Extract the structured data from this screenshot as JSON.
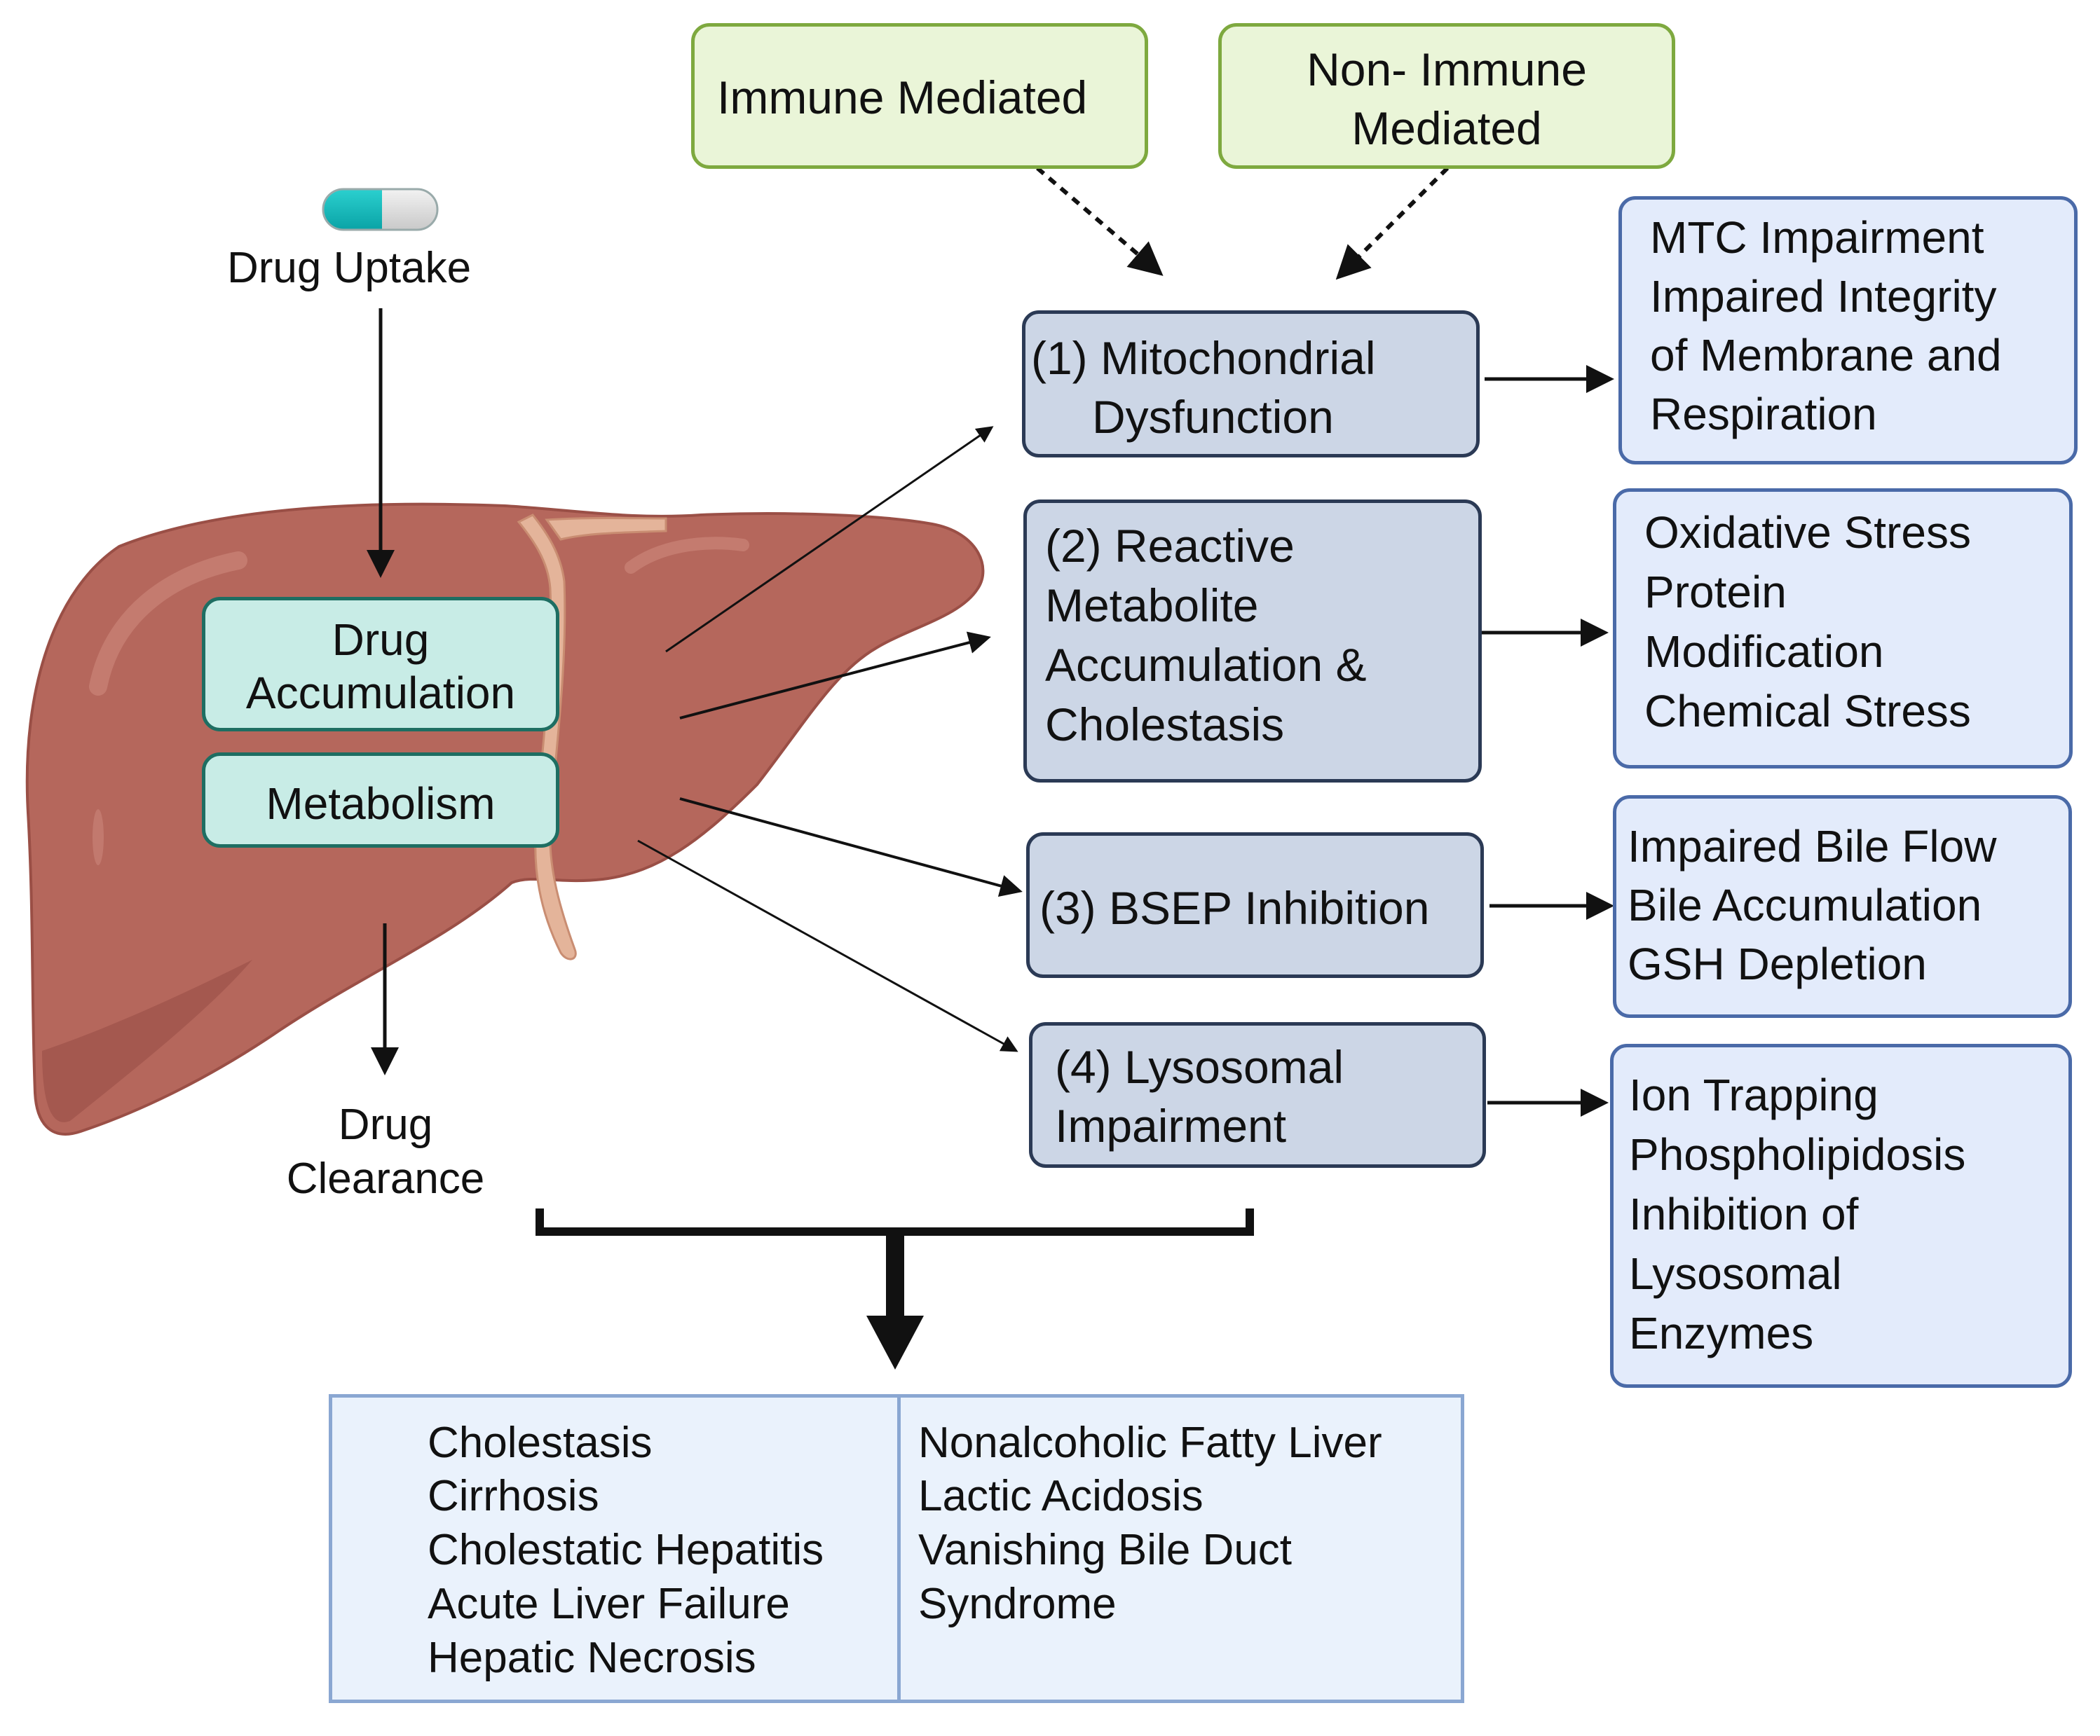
{
  "triggers": {
    "immune": "Immune Mediated",
    "non_immune": [
      "Non- Immune",
      "Mediated"
    ]
  },
  "drug": {
    "uptake": "Drug Uptake",
    "accumulation": [
      "Drug",
      "Accumulation"
    ],
    "metabolism": "Metabolism",
    "clearance": [
      "Drug",
      "Clearance"
    ]
  },
  "mechanisms": [
    {
      "lines": [
        "(1) Mitochondrial",
        "Dysfunction"
      ]
    },
    {
      "lines": [
        "(2) Reactive",
        "Metabolite",
        "Accumulation &",
        "Cholestasis"
      ]
    },
    {
      "lines": [
        "(3) BSEP Inhibition"
      ]
    },
    {
      "lines": [
        "(4) Lysosomal",
        "Impairment"
      ]
    }
  ],
  "effects": [
    {
      "lines": [
        "MTC Impairment",
        "Impaired Integrity",
        "of Membrane and",
        "Respiration"
      ]
    },
    {
      "lines": [
        "Oxidative Stress",
        "Protein",
        "Modification",
        "Chemical Stress"
      ]
    },
    {
      "lines": [
        "Impaired Bile Flow",
        "Bile Accumulation",
        "GSH Depletion"
      ]
    },
    {
      "lines": [
        "Ion Trapping",
        "Phospholipidosis",
        "Inhibition of",
        "Lysosomal",
        "Enzymes"
      ]
    }
  ],
  "outcomes": {
    "left": [
      "Cholestasis",
      "Cirrhosis",
      "Cholestatic Hepatitis",
      "Acute Liver Failure",
      "Hepatic Necrosis"
    ],
    "right": [
      "Nonalcoholic Fatty Liver",
      "Lactic Acidosis",
      "Vanishing Bile Duct",
      "Syndrome"
    ]
  },
  "colors": {
    "liver": "#b5675c",
    "liver_dark": "#9a4f46",
    "ligament": "#e4b49a",
    "trigger_fill": "#eaf5d8",
    "trigger_border": "#7ea93f",
    "teal_fill": "#c8ece6",
    "teal_border": "#1e6e62",
    "mechanism_fill": "#ccd6e6",
    "effect_fill": "#e3ebfb",
    "outcome_fill": "#eaf2fc"
  },
  "icons": [
    "capsule-icon",
    "liver-illustration"
  ]
}
